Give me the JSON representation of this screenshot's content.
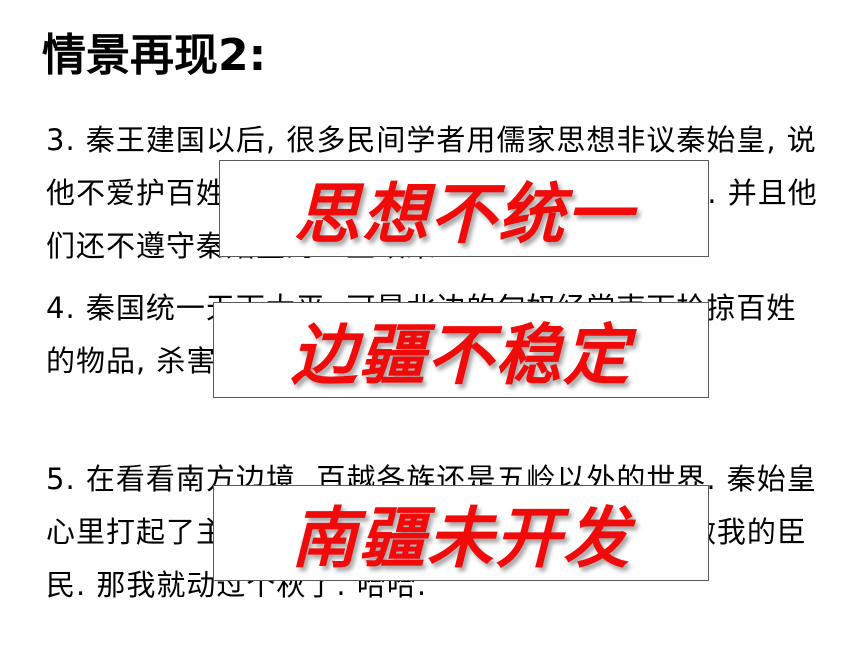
{
  "slide": {
    "title": "情景再现2:",
    "paragraphs": [
      "3. 秦王建国以后, 很多民间学者用儒家思想非议秦始皇, 说他不爱护百姓, 大兴土木, 加重赋税, 百姓生活艰苦. 并且他们还不遵守秦始皇的一些政策.",
      "4. 秦国统一天下太平, 可是北边的匈奴经常南下抢掠百姓的物品, 杀害百姓. 这个问题, 始终困饶着始皇.",
      "5. 在看看南方边境, 百越各族还是五岭以外的世界. 秦始皇心里打起了主意, 我想要把他们也征服了, 让他们做我的臣民. 那我就动过个秋了. 哈哈."
    ],
    "overlays": [
      "思想不统一",
      "边疆不稳定",
      "南疆未开发"
    ]
  },
  "colors": {
    "overlay_text": "#f10a0a",
    "overlay_border": "#5a5a5a"
  }
}
